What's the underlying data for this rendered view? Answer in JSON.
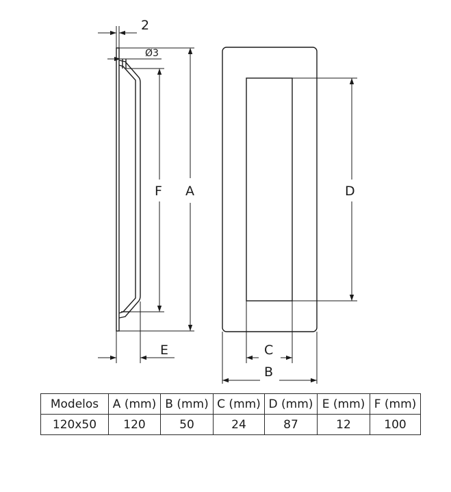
{
  "diagram": {
    "side_view": {
      "labels": {
        "thickness": "2",
        "hole": "Ø3",
        "height": "A",
        "inner_height": "F",
        "depth": "E"
      }
    },
    "front_view": {
      "labels": {
        "width": "B",
        "inner_width": "C",
        "inner_height": "D"
      }
    }
  },
  "table": {
    "headers": [
      "Modelos",
      "A (mm)",
      "B (mm)",
      "C (mm)",
      "D (mm)",
      "E (mm)",
      "F (mm)"
    ],
    "rows": [
      [
        "120x50",
        "120",
        "50",
        "24",
        "87",
        "12",
        "100"
      ]
    ]
  }
}
